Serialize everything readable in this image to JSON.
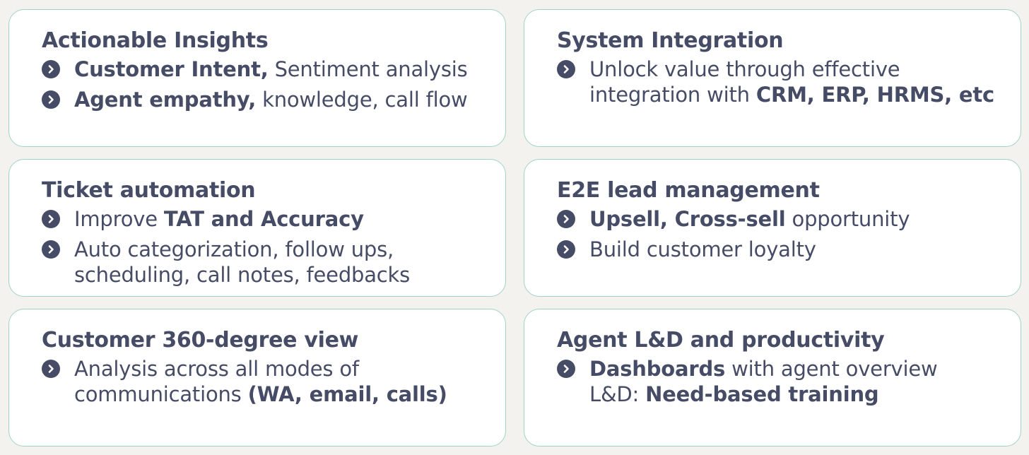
{
  "colors": {
    "background": "#f4f2ef",
    "card": "#ffffff",
    "card_border": "#9fd3c7",
    "text": "#464c66"
  },
  "bullet_icon": "chevron-right-circle-icon",
  "cards": [
    {
      "title": "Actionable Insights",
      "bullets": [
        {
          "lines": [
            [
              {
                "b": "Customer Intent,"
              },
              {
                "t": " Sentiment analysis"
              }
            ]
          ]
        },
        {
          "lines": [
            [
              {
                "b": "Agent empathy,"
              },
              {
                "t": " knowledge, call flow"
              }
            ]
          ]
        }
      ]
    },
    {
      "title": "System Integration",
      "bullets": [
        {
          "lines": [
            [
              {
                "t": "Unlock value through effective"
              }
            ],
            [
              {
                "t": "integration with "
              },
              {
                "b": "CRM, ERP, HRMS, etc"
              }
            ]
          ]
        }
      ]
    },
    {
      "title": "Ticket automation",
      "bullets": [
        {
          "lines": [
            [
              {
                "t": "Improve "
              },
              {
                "b": "TAT and Accuracy"
              }
            ]
          ]
        },
        {
          "lines": [
            [
              {
                "t": "Auto categorization, follow ups,"
              }
            ],
            [
              {
                "t": "scheduling, call notes, feedbacks"
              }
            ]
          ]
        }
      ]
    },
    {
      "title": "E2E lead management",
      "bullets": [
        {
          "lines": [
            [
              {
                "b": "Upsell, Cross-sell"
              },
              {
                "t": " opportunity"
              }
            ]
          ]
        },
        {
          "lines": [
            [
              {
                "t": "Build customer loyalty"
              }
            ]
          ]
        }
      ]
    },
    {
      "title": "Customer 360-degree view",
      "bullets": [
        {
          "lines": [
            [
              {
                "t": "Analysis across all modes of"
              }
            ],
            [
              {
                "t": "communications "
              },
              {
                "b": "(WA, email, calls)"
              }
            ]
          ]
        }
      ]
    },
    {
      "title": "Agent L&D and productivity",
      "bullets": [
        {
          "lines": [
            [
              {
                "b": "Dashboards"
              },
              {
                "t": " with agent overview"
              }
            ],
            [
              {
                "t": "L&D: "
              },
              {
                "b": "Need-based training"
              }
            ]
          ]
        }
      ]
    }
  ]
}
